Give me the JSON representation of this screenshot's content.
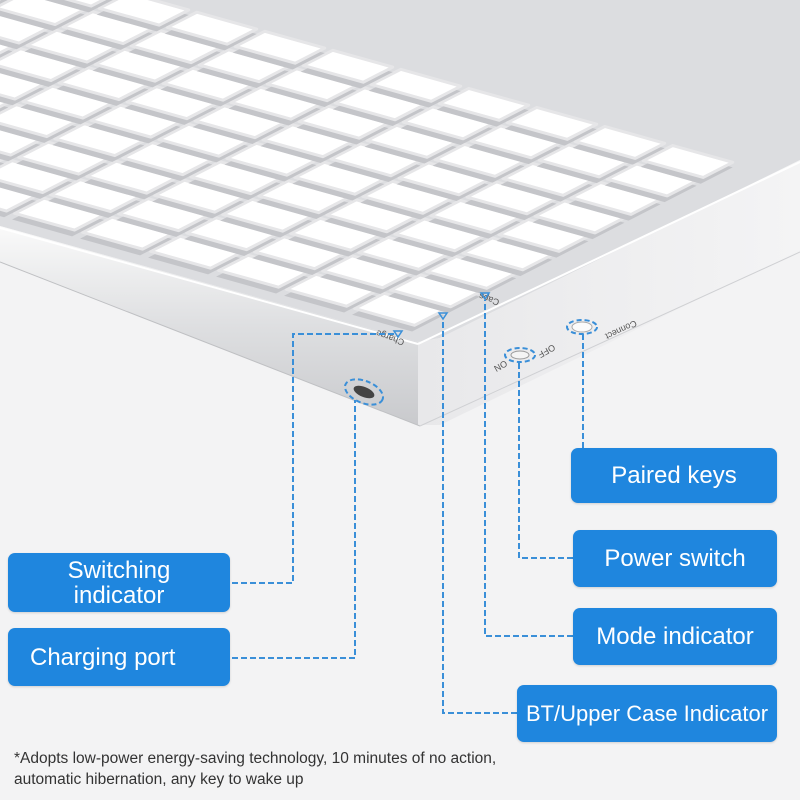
{
  "device_labels": {
    "charge": "Charge",
    "caps": "Caps",
    "off": "OFF",
    "on": "ON",
    "connect": "Connect"
  },
  "callouts": {
    "paired_keys": "Paired keys",
    "power_switch": "Power switch",
    "mode_indicator": "Mode indicator",
    "bt_upper_case": "BT/Upper Case Indicator",
    "switching_indicator": "Switching indicator",
    "charging_port": "Charging port"
  },
  "footnote": {
    "line1": "*Adopts low-power energy-saving technology, 10 minutes of no action,",
    "line2": "automatic hibernation, any key to wake up"
  },
  "colors": {
    "callout": "#1f86de",
    "leader_line": "#3a8fd8",
    "body": "#e2e3e5",
    "keys": "#ffffff"
  }
}
